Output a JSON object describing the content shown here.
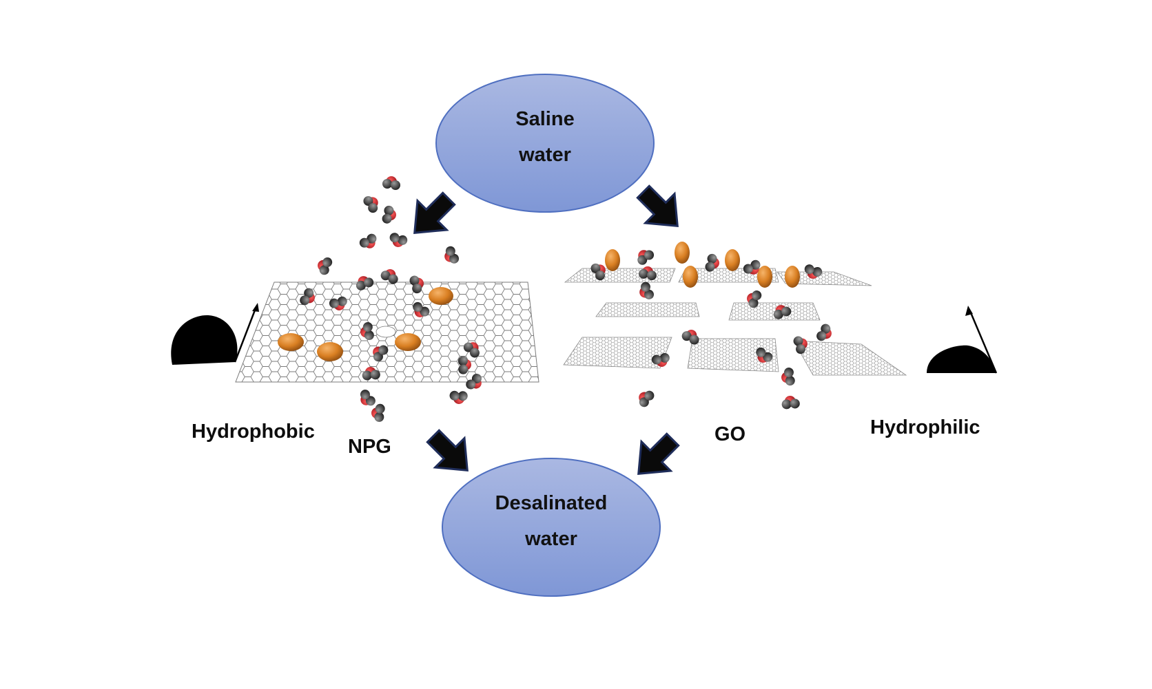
{
  "nodes": {
    "source": {
      "line1": "Saline",
      "line2": "water"
    },
    "product": {
      "line1": "Desalinated",
      "line2": "water"
    }
  },
  "membranes": {
    "left": {
      "name": "NPG",
      "wetting": "Hydrophobic"
    },
    "right": {
      "name": "GO",
      "wetting": "Hydrophilic"
    }
  },
  "colors": {
    "ellipse_top": "#aab8e2",
    "ellipse_bottom": "#7f97d6",
    "ellipse_stroke": "#4f6fc0",
    "arrow_fill": "#0a0a0a",
    "arrow_stroke": "#1f2d5a",
    "ion": "#d97f22",
    "water_oxygen": "#b8121e",
    "water_hydrogen": "#3d3d3d",
    "sheet_line": "#7a7a7a"
  },
  "icons": [
    "water-molecule-icon",
    "salt-ion-icon",
    "water-droplet-icon",
    "down-arrow-icon"
  ]
}
